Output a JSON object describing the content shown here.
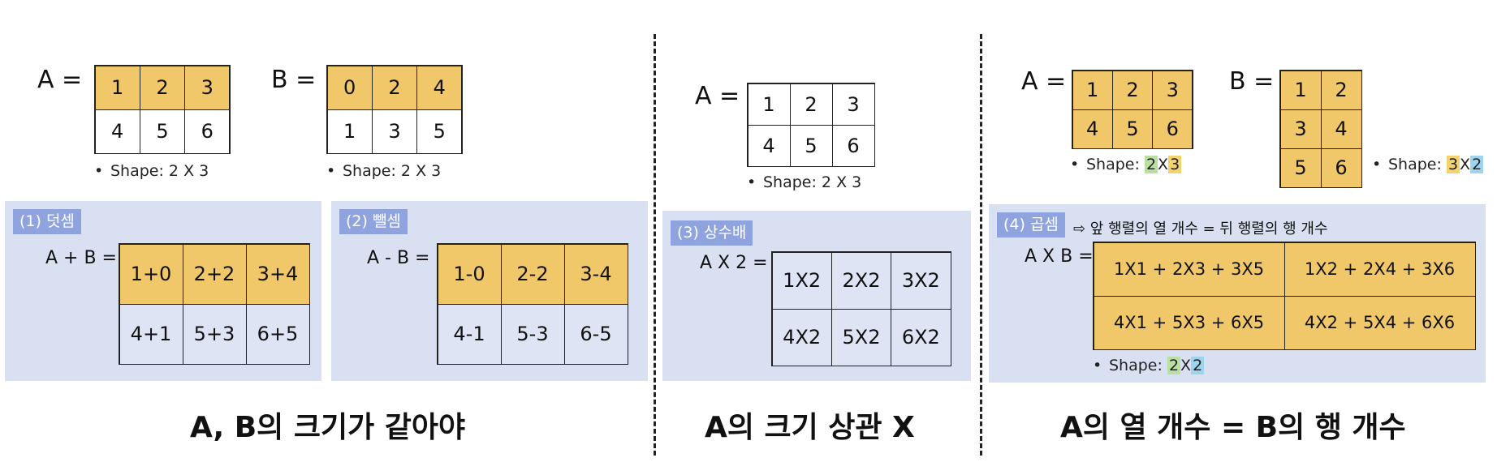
{
  "section1": {
    "a_label": "A =",
    "b_label": "B =",
    "matrix_a": [
      [
        "1",
        "2",
        "3"
      ],
      [
        "4",
        "5",
        "6"
      ]
    ],
    "matrix_b": [
      [
        "0",
        "2",
        "4"
      ],
      [
        "1",
        "3",
        "5"
      ]
    ],
    "a_shape": "Shape: 2 X 3",
    "b_shape": "Shape: 2 X 3",
    "add": {
      "badge": "(1) 덧셈",
      "expr": "A + B =",
      "cells": [
        [
          "1+0",
          "2+2",
          "3+4"
        ],
        [
          "4+1",
          "5+3",
          "6+5"
        ]
      ]
    },
    "sub": {
      "badge": "(2) 뺄셈",
      "expr": "A - B =",
      "cells": [
        [
          "1-0",
          "2-2",
          "3-4"
        ],
        [
          "4-1",
          "5-3",
          "6-5"
        ]
      ]
    },
    "caption": "A, B의 크기가 같아야"
  },
  "section2": {
    "a_label": "A =",
    "matrix_a": [
      [
        "1",
        "2",
        "3"
      ],
      [
        "4",
        "5",
        "6"
      ]
    ],
    "a_shape": "Shape: 2 X 3",
    "badge": "(3) 상수배",
    "expr": "A X 2 =",
    "cells": [
      [
        "1X2",
        "2X2",
        "3X2"
      ],
      [
        "4X2",
        "5X2",
        "6X2"
      ]
    ],
    "caption": "A의 크기 상관 X"
  },
  "section3": {
    "a_label": "A =",
    "b_label": "B =",
    "matrix_a": [
      [
        "1",
        "2",
        "3"
      ],
      [
        "4",
        "5",
        "6"
      ]
    ],
    "matrix_b": [
      [
        "1",
        "2"
      ],
      [
        "3",
        "4"
      ],
      [
        "5",
        "6"
      ]
    ],
    "a_shape": {
      "prefix": "Shape: ",
      "rows": "2",
      "x": "X",
      "cols": "3"
    },
    "b_shape": {
      "prefix": "Shape: ",
      "rows": "3",
      "x": "X",
      "cols": "2"
    },
    "badge": "(4) 곱셈",
    "note": "⇨ 앞 행렬의 열 개수 = 뒤 행렬의 행 개수",
    "expr": "A X B =",
    "cells": [
      [
        "1X1 + 2X3 + 3X5",
        "1X2 + 2X4 + 3X6"
      ],
      [
        "4X1 + 5X3 + 6X5",
        "4X2 + 5X4 + 6X6"
      ]
    ],
    "result_shape": {
      "prefix": "Shape: ",
      "rows": "2",
      "x": "X",
      "cols": "2"
    },
    "caption": "A의 열 개수 = B의 행 개수"
  }
}
